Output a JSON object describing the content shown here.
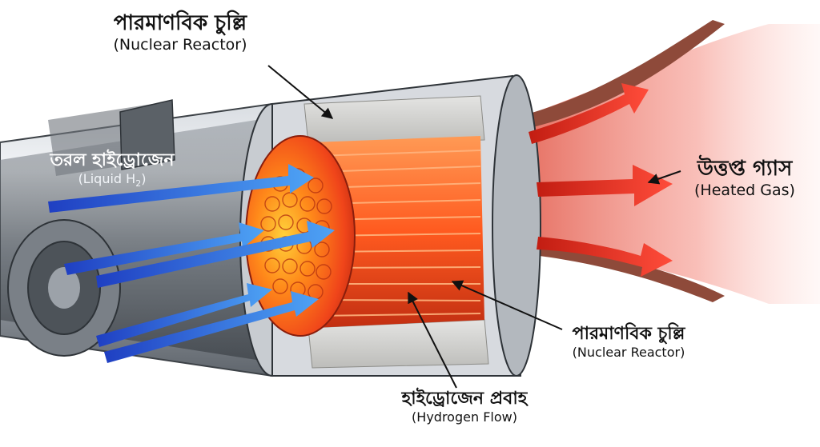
{
  "labels": {
    "reactor_top": {
      "bn": "পারমাণবিক চুল্লি",
      "en": "(Nuclear Reactor)"
    },
    "liquid_h2": {
      "bn": "তরল হাইড্রোজেন",
      "en_prefix": "(Liquid H",
      "en_sub": "2",
      "en_suffix": ")"
    },
    "heated_gas": {
      "bn": "উত্তপ্ত গ্যাস",
      "en": "(Heated Gas)"
    },
    "reactor_bottom": {
      "bn": "পারমাণবিক চুল্লি",
      "en": "(Nuclear Reactor)"
    },
    "hydrogen_flow": {
      "bn": "হাইড্রোজেন প্রবাহ",
      "en": "(Hydrogen Flow)"
    }
  },
  "colors": {
    "hydrogen_flow": "#2f6fe0",
    "heated_gas": "#d93025",
    "reactor_core": "#ff5a1f",
    "casing": "#9aa0a6"
  }
}
